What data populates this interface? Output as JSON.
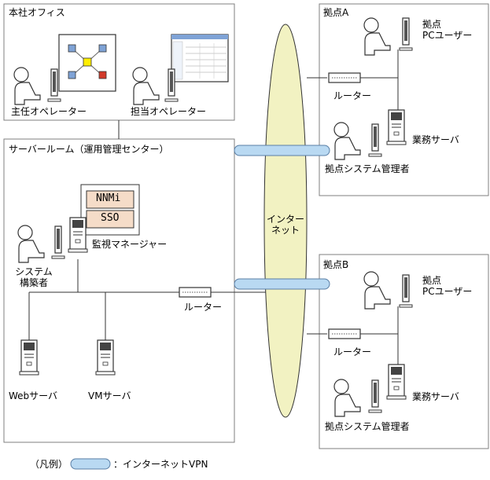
{
  "regions": {
    "head_office": "本社オフィス",
    "server_room": "サーバールーム（運用管理センター）",
    "site_a": "拠点A",
    "site_b": "拠点B"
  },
  "head_office": {
    "chief_operator": "主任オペレーター",
    "operator": "担当オペレーター"
  },
  "server_room": {
    "system_builder_line1": "システム",
    "system_builder_line2": "構築者",
    "monitoring_manager": "監視マネージャー",
    "nnmi": "NNMi",
    "sso": "SSO",
    "router": "ルーター",
    "web_server": "Webサーバ",
    "vm_server": "VMサーバ"
  },
  "internet": {
    "line1": "インター",
    "line2": "ネット"
  },
  "site_a": {
    "pc_user_line1": "拠点",
    "pc_user_line2": "PCユーザー",
    "router": "ルーター",
    "business_server": "業務サーバ",
    "admin": "拠点システム管理者"
  },
  "site_b": {
    "pc_user_line1": "拠点",
    "pc_user_line2": "PCユーザー",
    "router": "ルーター",
    "business_server": "業務サーバ",
    "admin": "拠点システム管理者"
  },
  "legend": {
    "title": "（凡例）",
    "vpn": "：インターネットVPN"
  },
  "colors": {
    "line": "#333333",
    "box_border": "#7f7f7f",
    "internet_fill": "#f2f2c2",
    "vpn_fill": "#b9d9f2",
    "software_fill": "#f5dcc8",
    "node_blue": "#7fa3d6",
    "node_yellow": "#ffee00",
    "node_red": "#d23a2a"
  }
}
